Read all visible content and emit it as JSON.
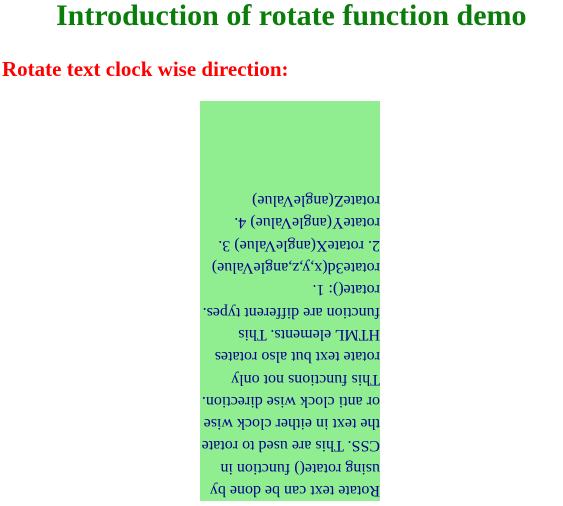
{
  "header": {
    "title": "Introduction of rotate function demo"
  },
  "section": {
    "heading": "Rotate text clock wise direction:"
  },
  "box": {
    "text": "Rotate text can be done by using rotate() function in CSS. This are used to rotate the text in either clock wise or anti clock wise direction. This functions not only rotate text but also rotates HTML elements. This function are different types. rotate(): 1. rotate3d(x,y,z,angleValue) 2. rotateX(angleValue) 3. rotateY(angleValue) 4. rotateZ(angleValue)",
    "background_color": "#90ee90",
    "text_color": "#00008b",
    "rotation": "180deg"
  },
  "colors": {
    "title": "#0a7d0a",
    "heading": "#ff0000"
  }
}
